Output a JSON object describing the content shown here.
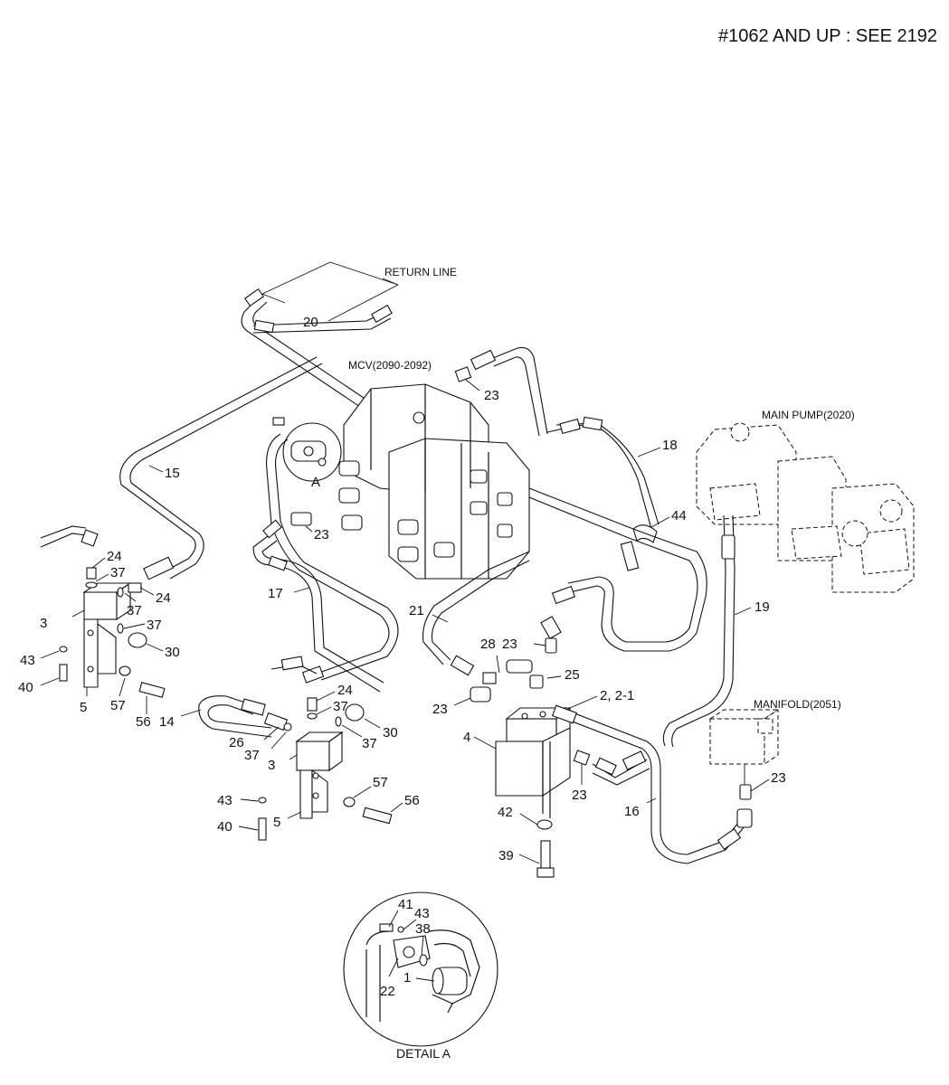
{
  "header": {
    "note": "#1062 AND UP : SEE 2192"
  },
  "components": {
    "return_line": "RETURN LINE",
    "mcv": "MCV(2090-2092)",
    "main_pump": "MAIN PUMP(2020)",
    "manifold": "MANIFOLD(2051)",
    "detail_marker": "A",
    "detail_title": "DETAIL A"
  },
  "callouts": {
    "p1": "1",
    "p2": "2, 2-1",
    "p3a": "3",
    "p3b": "3",
    "p4": "4",
    "p5a": "5",
    "p5b": "5",
    "p14": "14",
    "p15": "15",
    "p16": "16",
    "p17": "17",
    "p18": "18",
    "p19": "19",
    "p20": "20",
    "p21": "21",
    "p22": "22",
    "p23a": "23",
    "p23b": "23",
    "p23c": "23",
    "p23d": "23",
    "p23e": "23",
    "p23f": "23",
    "p24a": "24",
    "p24b": "24",
    "p24c": "24",
    "p25": "25",
    "p26": "26",
    "p28": "28",
    "p30a": "30",
    "p30b": "30",
    "p37a": "37",
    "p37b": "37",
    "p37c": "37",
    "p37d": "37",
    "p37e": "37",
    "p37f": "37",
    "p38": "38",
    "p39": "39",
    "p40a": "40",
    "p40b": "40",
    "p41": "41",
    "p42": "42",
    "p43a": "43",
    "p43b": "43",
    "p43c": "43",
    "p44": "44",
    "p56a": "56",
    "p56b": "56",
    "p57a": "57",
    "p57b": "57"
  }
}
